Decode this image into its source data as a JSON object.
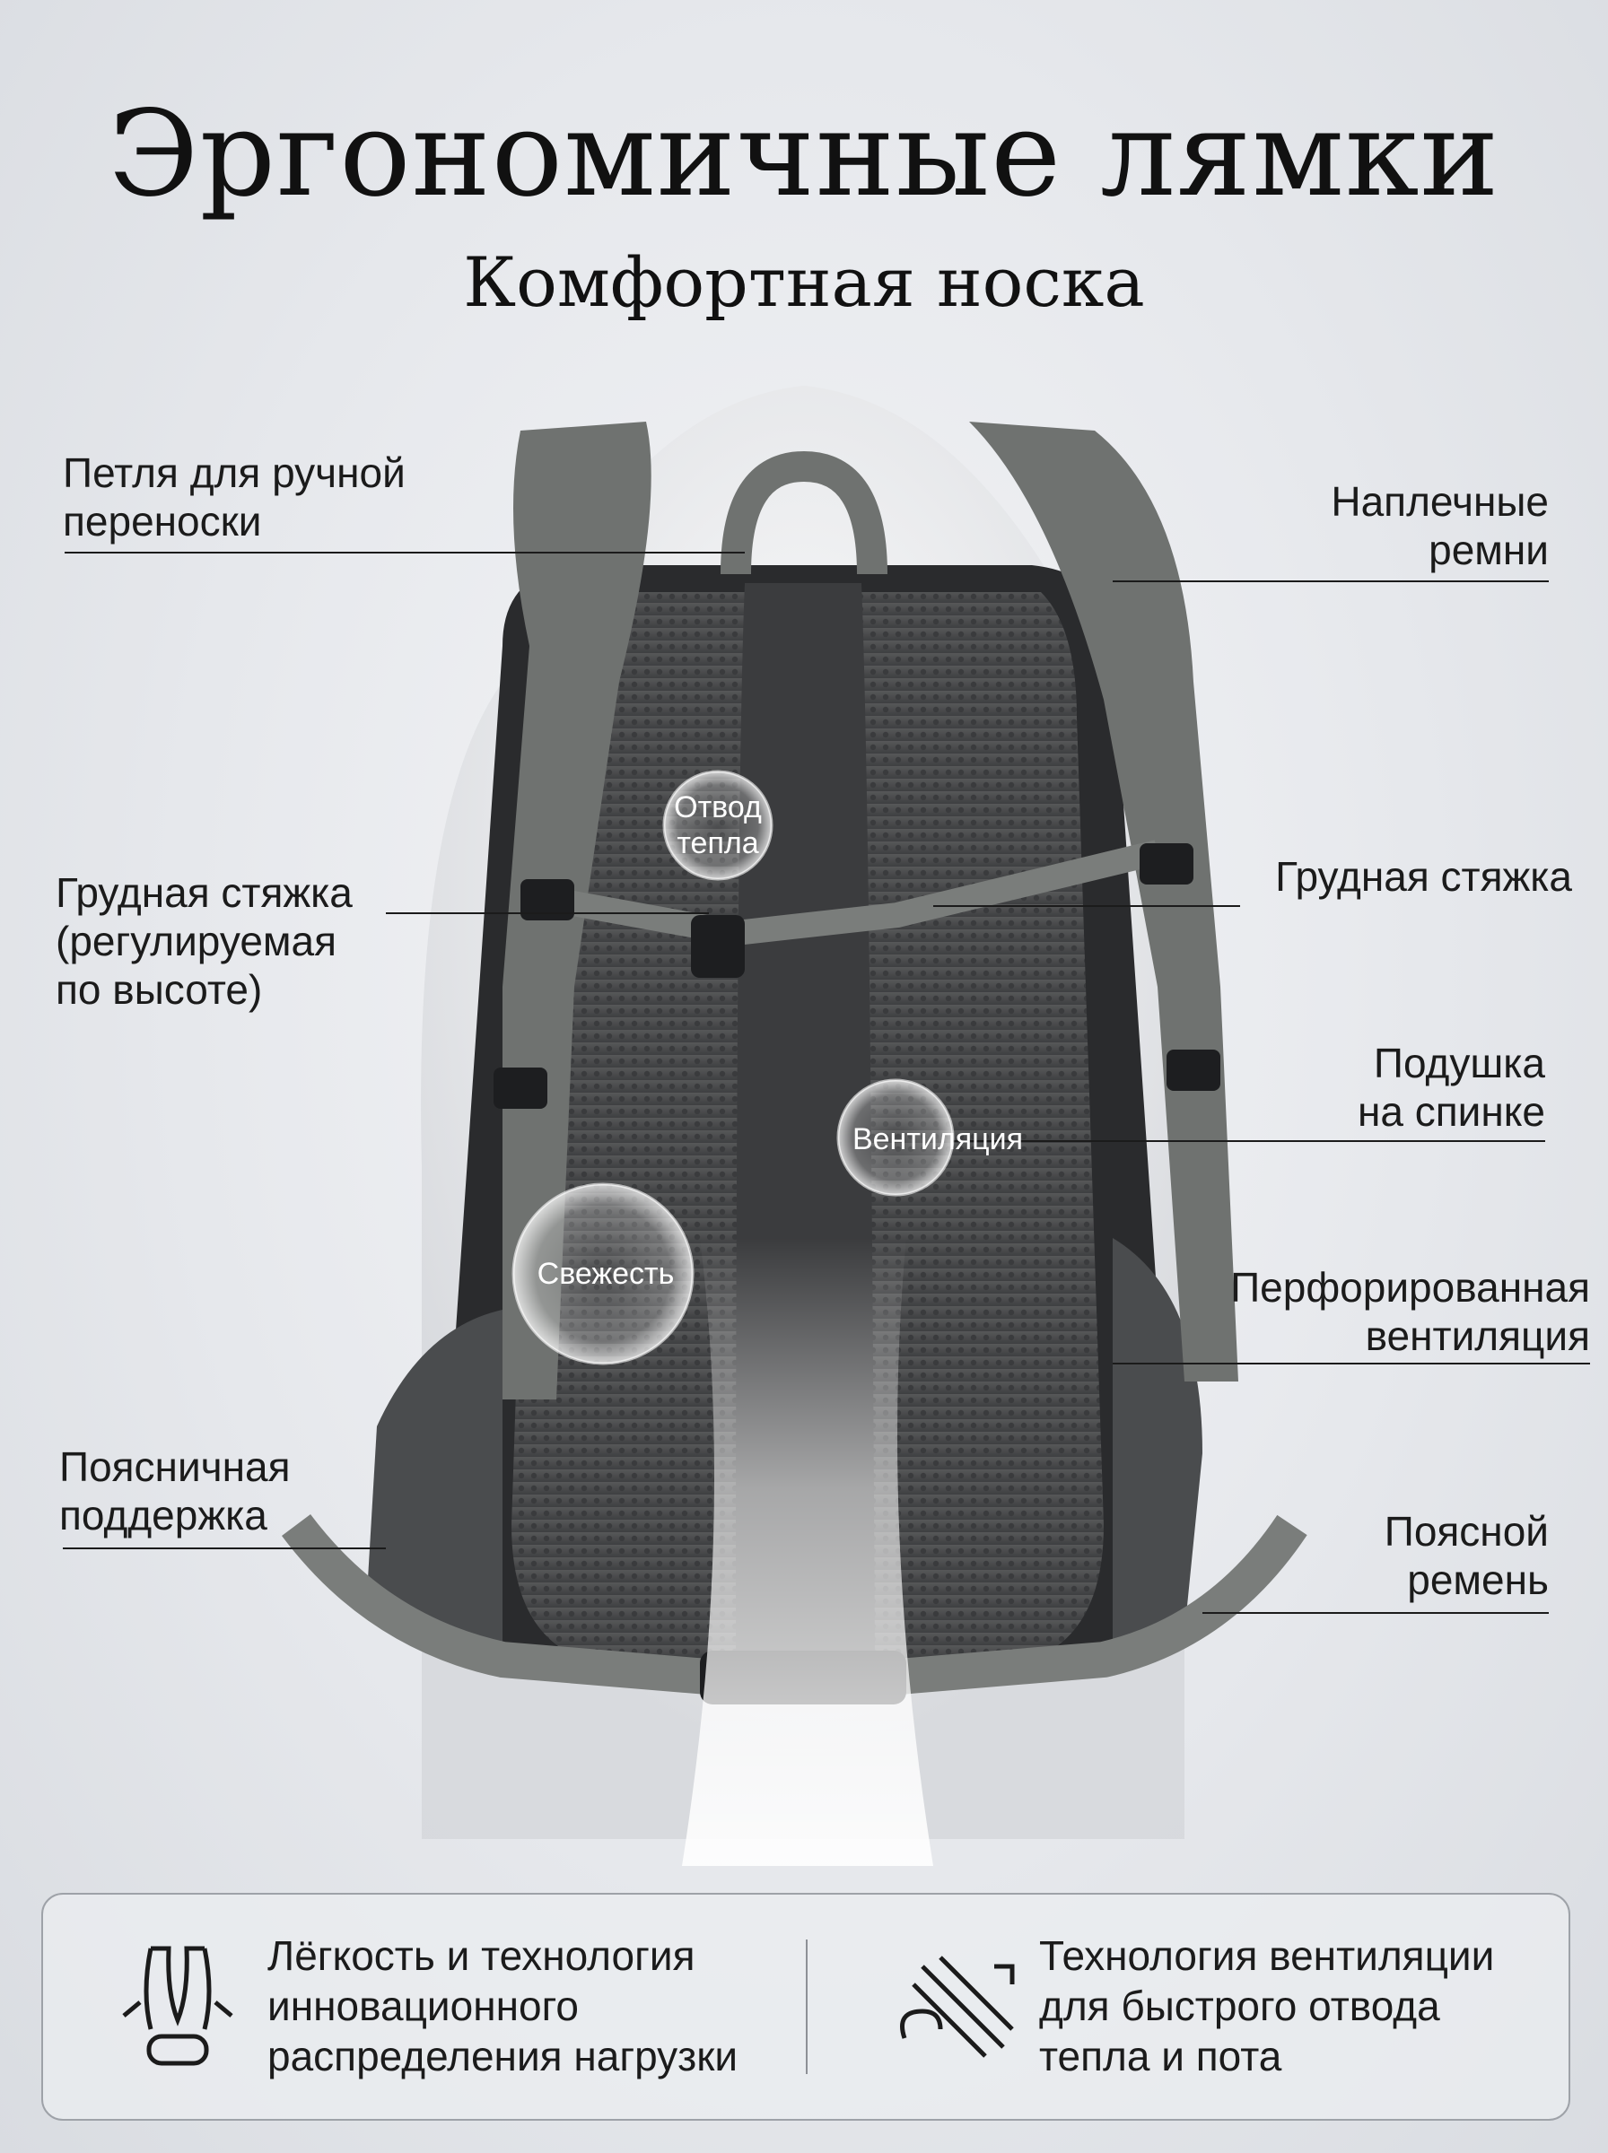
{
  "header": {
    "title": "Эргономичные лямки",
    "subtitle": "Комфортная носка"
  },
  "callouts": {
    "handle_loop": "Петля для ручной\nпереноски",
    "shoulder_straps": "Наплечные\nремни",
    "chest_strap_left": "Грудная стяжка\n(регулируемая\nпо высоте)",
    "chest_strap_right": "Грудная стяжка",
    "back_cushion": "Подушка\nна спинке",
    "perforated_ventilation": "Перфорированная\nвентиляция",
    "lumbar_support": "Поясничная\nподдержка",
    "waist_belt": "Поясной\nремень"
  },
  "bubbles": {
    "heat": "Отвод\nтепла",
    "ventilation": "Вентиляция",
    "freshness": "Свежесть"
  },
  "features": [
    {
      "icon": "backpack-straps-icon",
      "text": "Лёгкость и технология\nинновационного\nраспределения нагрузки"
    },
    {
      "icon": "airflow-icon",
      "text": "Технология вентиляции\nдля быстрого отвода\nтепла и пота"
    }
  ],
  "colors": {
    "strap": "#6f7270",
    "body": "#2a2b2d",
    "mesh": "#4a4b4d",
    "accent_line": "#1b1b1b"
  }
}
